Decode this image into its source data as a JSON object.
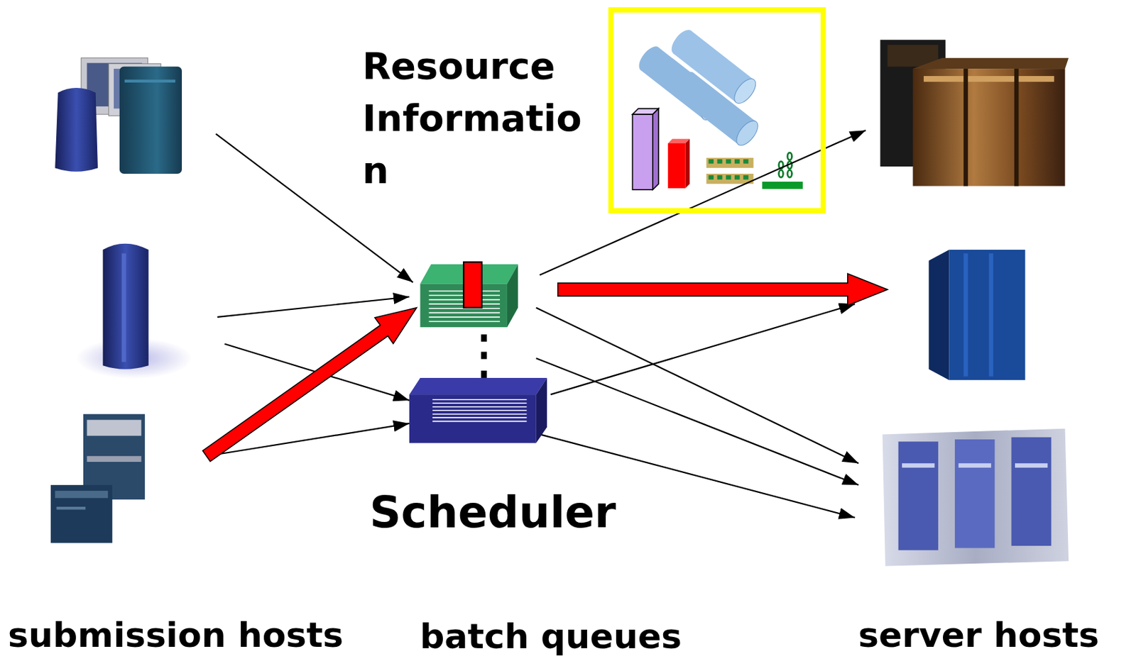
{
  "diagram": {
    "nodes": [
      {
        "text": [
          "Resource Informatio n"
        ]
      }
    ],
    "labels": [
      "Scheduler",
      "submission hosts",
      "batch queues",
      "server hosts"
    ]
  }
}
